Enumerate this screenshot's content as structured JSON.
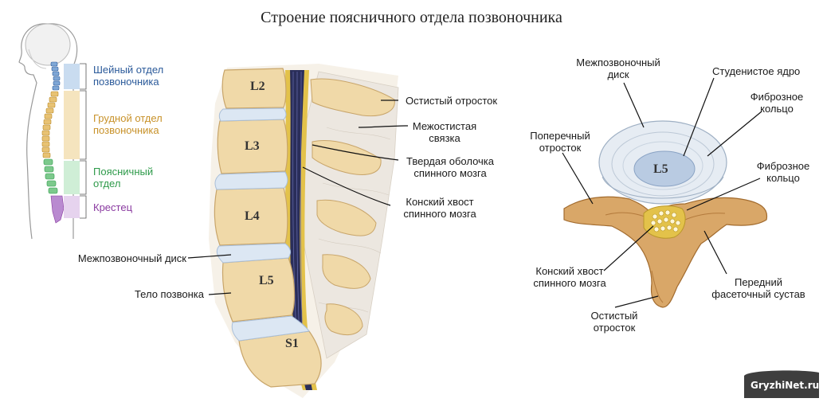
{
  "title": "Строение поясничного отдела позвоночника",
  "colors": {
    "cervical": "#2b5a9a",
    "thoracic": "#c8922a",
    "lumbar": "#2e9a4a",
    "sacrum": "#8a3aa0",
    "bone": "#f0d9a8",
    "bone_edge": "#c8a56a",
    "disc": "#dce7f3",
    "nerve_dark": "#2a2e5a",
    "nerve_yellow": "#e3c24a"
  },
  "spine_sections": {
    "cervical_line1": "Шейный отдел",
    "cervical_line2": "позвоночника",
    "thoracic_line1": "Грудной отдел",
    "thoracic_line2": "позвоночника",
    "lumbar_line1": "Поясничный",
    "lumbar_line2": "отдел",
    "sacrum": "Крестец"
  },
  "vertebrae": {
    "l2": "L2",
    "l3": "L3",
    "l4": "L4",
    "l5": "L5",
    "s1": "S1",
    "cross_l5": "L5"
  },
  "side_labels": {
    "disc": "Межпозвоночный диск",
    "body": "Тело позвонка",
    "spinous_l1": "Остистый отросток",
    "interspinous_l1": "Межостистая",
    "interspinous_l2": "связка",
    "dura_l1": "Твердая оболочка",
    "dura_l2": "спинного мозга",
    "cauda_l1": "Конский хвост",
    "cauda_l2": "спинного мозга"
  },
  "cross_labels": {
    "disc_l1": "Межпозвоночный",
    "disc_l2": "диск",
    "nucleus": "Студенистое ядро",
    "annulus1_l1": "Фиброзное",
    "annulus1_l2": "кольцо",
    "transverse_l1": "Поперечный",
    "transverse_l2": "отросток",
    "annulus2_l1": "Фиброзное",
    "annulus2_l2": "кольцо",
    "cauda_l1": "Конский хвост",
    "cauda_l2": "спинного мозга",
    "facet_l1": "Передний",
    "facet_l2": "фасеточный сустав",
    "spinous_l1": "Остистый",
    "spinous_l2": "отросток"
  },
  "watermark": "GryzhiNet.ru"
}
